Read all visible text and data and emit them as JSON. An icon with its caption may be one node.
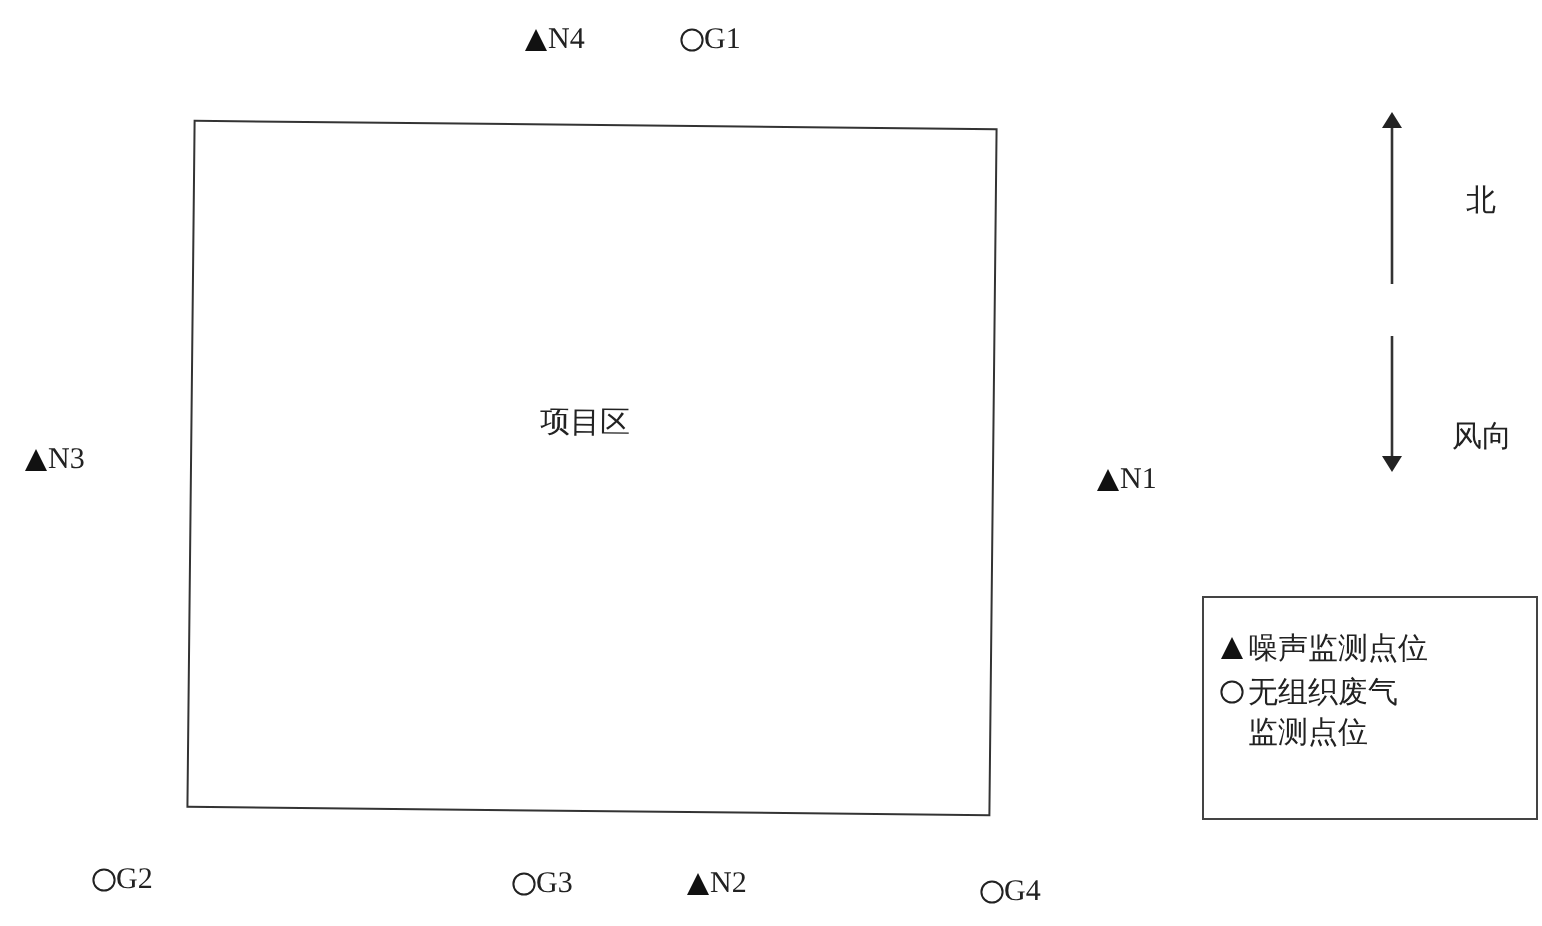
{
  "diagram": {
    "nodes": [
      {
        "text": [
          "项目区"
        ]
      }
    ],
    "labels": [
      "N4",
      "G1",
      "北",
      "风向",
      "N3",
      "N1",
      "G2",
      "G3",
      "N2",
      "G4"
    ],
    "legend": [
      {
        "text": "噪声监测点位"
      },
      {
        "text": "无组织废气监测点位"
      }
    ]
  }
}
